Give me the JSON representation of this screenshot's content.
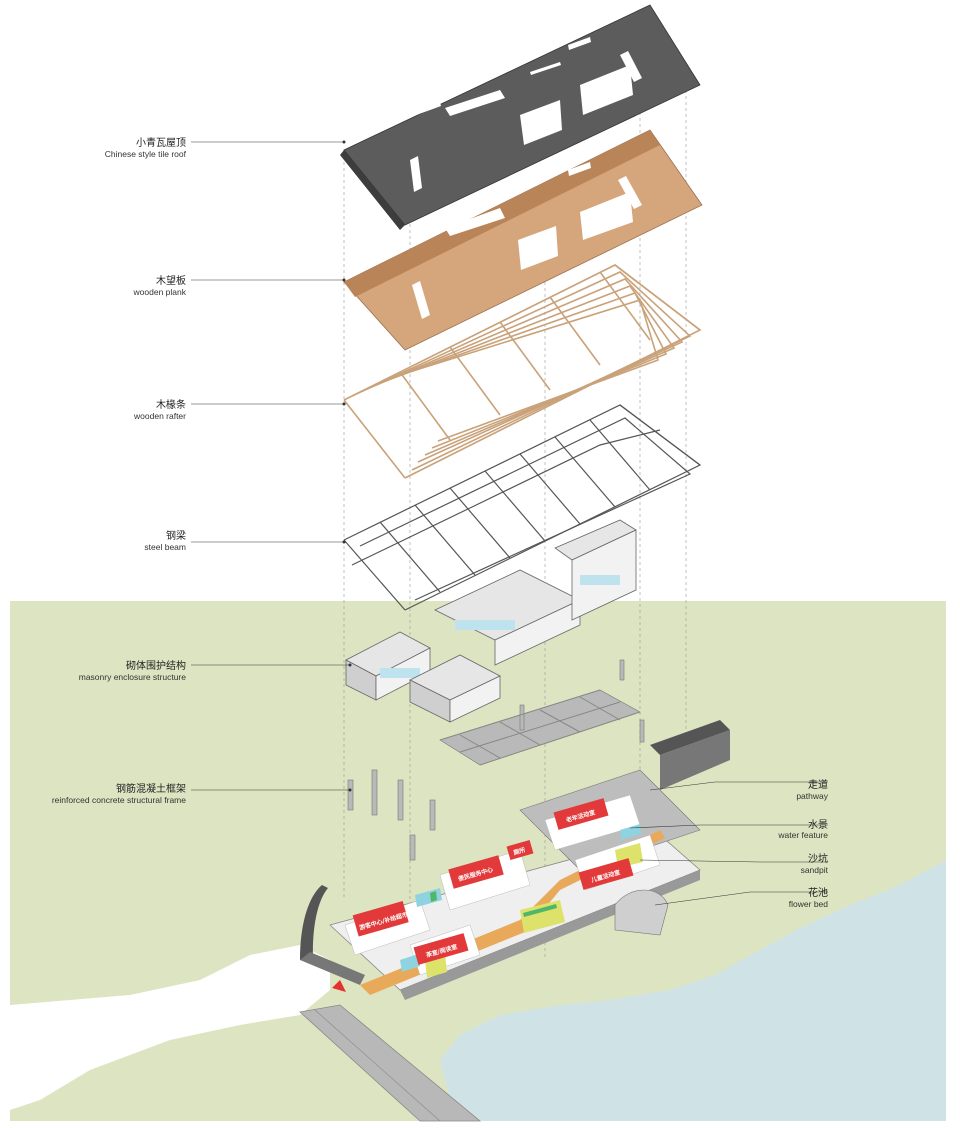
{
  "colors": {
    "ground": "#dde4c1",
    "water": "#cfe3e6",
    "roof_tile": "#5c5c5c",
    "wood_plank": "#d5a67c",
    "rafter": "#c9a27a",
    "steel": "#555555",
    "masonry": "#e6e6e6",
    "glass": "#bfe3ee",
    "orange_path": "#e9a95a",
    "room_red": "#e23a3a",
    "sandpit": "#dde36a",
    "water_feature": "#8fd3e0",
    "flower_bed": "#4fb66a"
  },
  "labels": {
    "tile_roof": {
      "cn": "小青瓦屋顶",
      "en": "Chinese style tile roof"
    },
    "wood_plank": {
      "cn": "木望板",
      "en": "wooden plank"
    },
    "rafter": {
      "cn": "木椽条",
      "en": "wooden rafter"
    },
    "steel_beam": {
      "cn": "钢梁",
      "en": "steel beam"
    },
    "masonry": {
      "cn": "砌体围护结构",
      "en": "masonry enclosure structure"
    },
    "rc_frame": {
      "cn": "钢筋混凝土框架",
      "en": "reinforced concrete structural frame"
    },
    "pathway": {
      "cn": "走道",
      "en": "pathway"
    },
    "water_feat": {
      "cn": "水景",
      "en": "water feature"
    },
    "sandpit": {
      "cn": "沙坑",
      "en": "sandpit"
    },
    "flower_bed": {
      "cn": "花池",
      "en": "flower bed"
    }
  },
  "rooms": [
    {
      "id": "tourist_center",
      "cn": "游客中心/补给超市"
    },
    {
      "id": "service_center",
      "cn": "便民服务中心"
    },
    {
      "id": "toilet",
      "cn": "厕所"
    },
    {
      "id": "elderly_room",
      "cn": "老年活动室"
    },
    {
      "id": "children_room",
      "cn": "儿童活动室"
    },
    {
      "id": "tea_room",
      "cn": "茶室/阅读室"
    }
  ]
}
